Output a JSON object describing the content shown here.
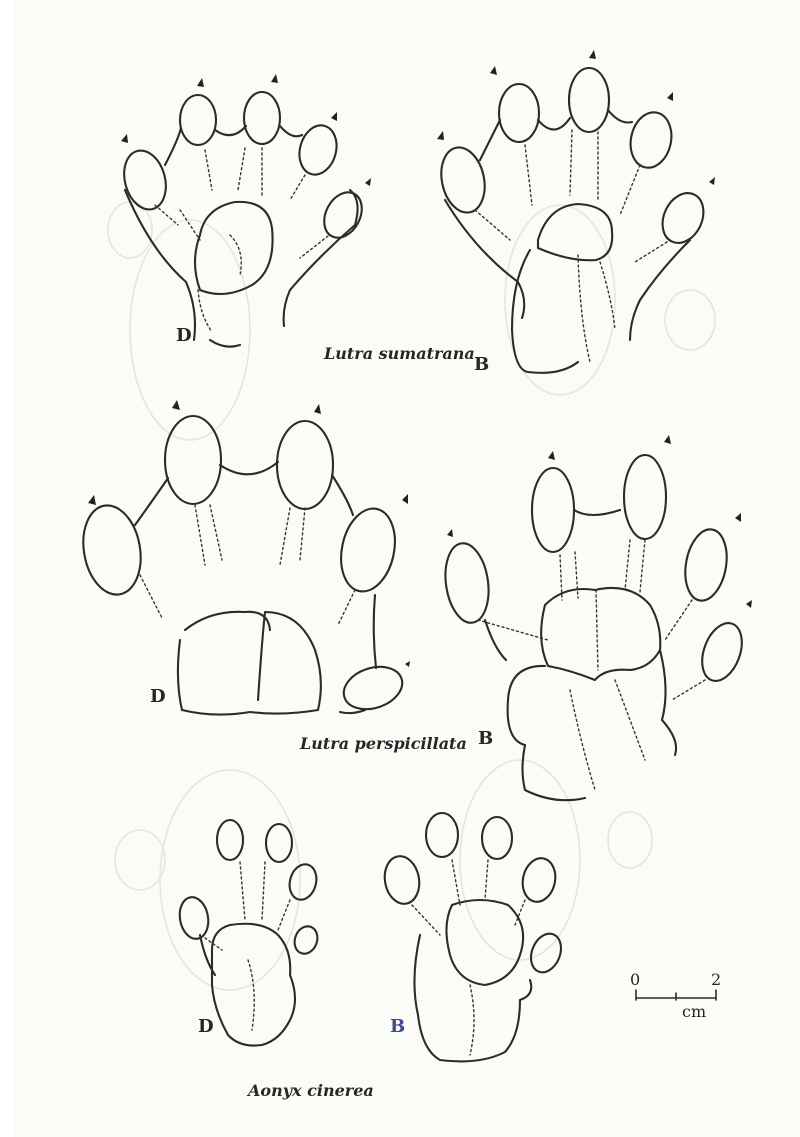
{
  "species": [
    {
      "name": "Lutra sumatrana",
      "left_label": "D",
      "right_label": "B"
    },
    {
      "name": "Lutra perspicillata",
      "left_label": "D",
      "right_label": "B"
    },
    {
      "name": "Aonyx cinerea",
      "left_label": "D",
      "right_label": "B"
    }
  ],
  "scale_bar": {
    "start": "0",
    "end": "2",
    "unit": "cm"
  },
  "colors": {
    "ink": "#2b2b2b",
    "paper": "#fbfbf8",
    "label_b_blue": "#3c4a8c"
  }
}
